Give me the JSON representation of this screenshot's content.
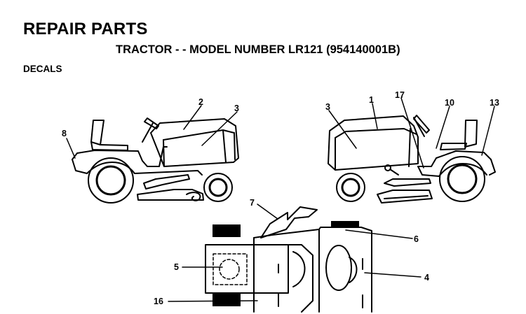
{
  "page": {
    "heading": "REPAIR PARTS",
    "subheading": "TRACTOR - - MODEL NUMBER LR121 (954140001B)",
    "section": "DECALS"
  },
  "callouts": {
    "c1": "1",
    "c2": "2",
    "c3a": "3",
    "c3b": "3",
    "c4": "4",
    "c5": "5",
    "c6": "6",
    "c7": "7",
    "c8": "8",
    "c10": "10",
    "c13": "13",
    "c16": "16",
    "c17": "17"
  }
}
